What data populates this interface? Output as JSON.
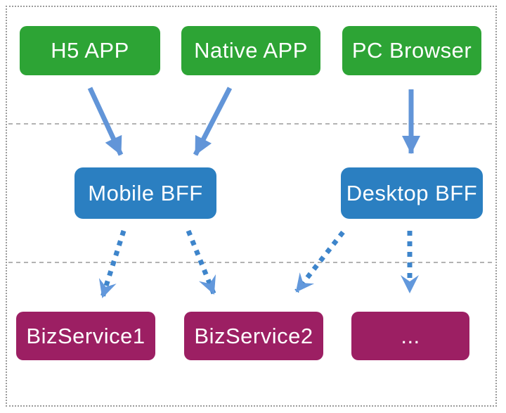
{
  "colors": {
    "canvas": "#ffffff",
    "client_box": "#2da435",
    "bff_box": "#2b7fc1",
    "service_box": "#9c1f63",
    "box_text": "#ffffff",
    "solid_arrow": "#6295d8",
    "dashed_arrow": "#3e85cb",
    "dashed_arrow_head": "#6298dc",
    "divider": "#b3b3b3",
    "frame_border": "#9b9b9b"
  },
  "diagram": {
    "clients": {
      "nodes": [
        {
          "label": "H5 APP"
        },
        {
          "label": "Native APP"
        },
        {
          "label": "PC Browser"
        }
      ]
    },
    "bffs": {
      "nodes": [
        {
          "label": "Mobile BFF"
        },
        {
          "label": "Desktop BFF"
        }
      ]
    },
    "services": {
      "nodes": [
        {
          "label": "BizService1"
        },
        {
          "label": "BizService2"
        },
        {
          "label": "..."
        }
      ]
    },
    "edges": [
      {
        "from": "H5 APP",
        "to": "Mobile BFF",
        "style": "solid"
      },
      {
        "from": "Native APP",
        "to": "Mobile BFF",
        "style": "solid"
      },
      {
        "from": "PC Browser",
        "to": "Desktop BFF",
        "style": "solid"
      },
      {
        "from": "Mobile BFF",
        "to": "BizService1",
        "style": "dashed"
      },
      {
        "from": "Mobile BFF",
        "to": "BizService2",
        "style": "dashed"
      },
      {
        "from": "Desktop BFF",
        "to": "BizService2",
        "style": "dashed"
      },
      {
        "from": "Desktop BFF",
        "to": "...",
        "style": "dashed"
      }
    ]
  }
}
